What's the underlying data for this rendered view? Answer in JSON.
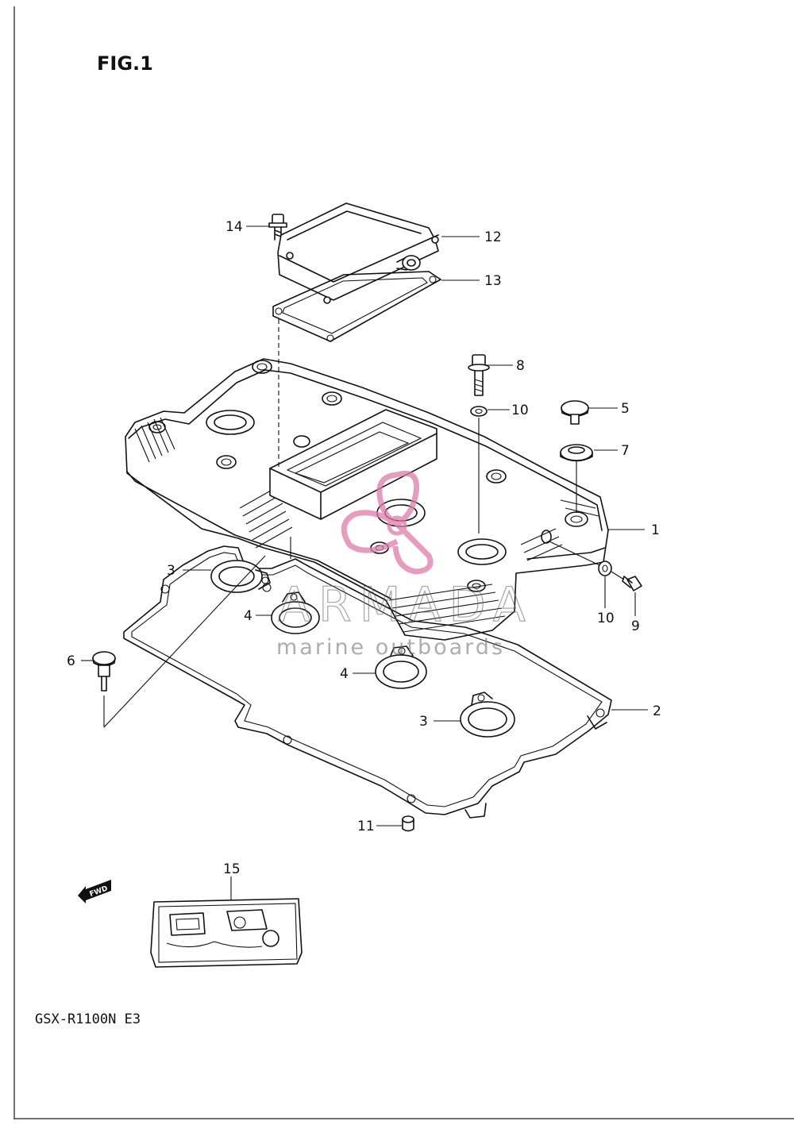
{
  "figure": {
    "title": "FIG.1",
    "model": "GSX-R1100N E3"
  },
  "fwd_tag": "FWD",
  "watermark": {
    "brand": "ARMADA",
    "tagline": "marine outboards"
  },
  "callouts": [
    {
      "id": "c1",
      "text": "1"
    },
    {
      "id": "c2",
      "text": "2"
    },
    {
      "id": "c3a",
      "text": "3"
    },
    {
      "id": "c3b",
      "text": "3"
    },
    {
      "id": "c4a",
      "text": "4"
    },
    {
      "id": "c4b",
      "text": "4"
    },
    {
      "id": "c5",
      "text": "5"
    },
    {
      "id": "c6",
      "text": "6"
    },
    {
      "id": "c7",
      "text": "7"
    },
    {
      "id": "c8",
      "text": "8"
    },
    {
      "id": "c9",
      "text": "9"
    },
    {
      "id": "c10a",
      "text": "10"
    },
    {
      "id": "c10b",
      "text": "10"
    },
    {
      "id": "c11",
      "text": "11"
    },
    {
      "id": "c12",
      "text": "12"
    },
    {
      "id": "c13",
      "text": "13"
    },
    {
      "id": "c14",
      "text": "14"
    },
    {
      "id": "c15",
      "text": "15"
    }
  ],
  "colors": {
    "line": "#111111",
    "watermark_logo": "#e07aa8",
    "watermark_text": "#777777"
  }
}
